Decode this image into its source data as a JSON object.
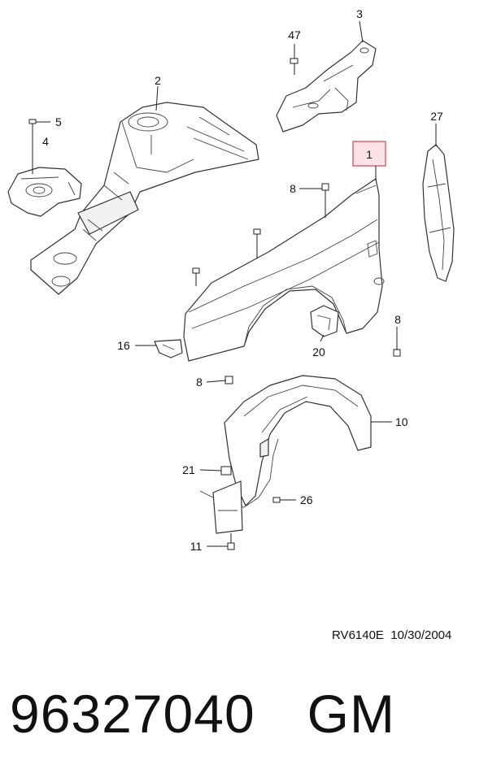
{
  "diagram": {
    "callouts": [
      {
        "id": "c47",
        "label": "47"
      },
      {
        "id": "c3",
        "label": "3"
      },
      {
        "id": "c2",
        "label": "2"
      },
      {
        "id": "c5",
        "label": "5"
      },
      {
        "id": "c4",
        "label": "4"
      },
      {
        "id": "c27",
        "label": "27"
      },
      {
        "id": "c1",
        "label": "1",
        "highlighted": true
      },
      {
        "id": "c8a",
        "label": "8"
      },
      {
        "id": "c8b",
        "label": "8"
      },
      {
        "id": "c16",
        "label": "16"
      },
      {
        "id": "c20",
        "label": "20"
      },
      {
        "id": "c8c",
        "label": "8"
      },
      {
        "id": "c10",
        "label": "10"
      },
      {
        "id": "c21",
        "label": "21"
      },
      {
        "id": "c26",
        "label": "26"
      },
      {
        "id": "c11",
        "label": "11"
      }
    ],
    "highlight_color": "#d9434e",
    "highlight_fill": "#fde3e5"
  },
  "footer": {
    "drawing_code": "RV6140E",
    "date": "10/30/2004",
    "part_number": "96327040",
    "brand": "GM"
  }
}
